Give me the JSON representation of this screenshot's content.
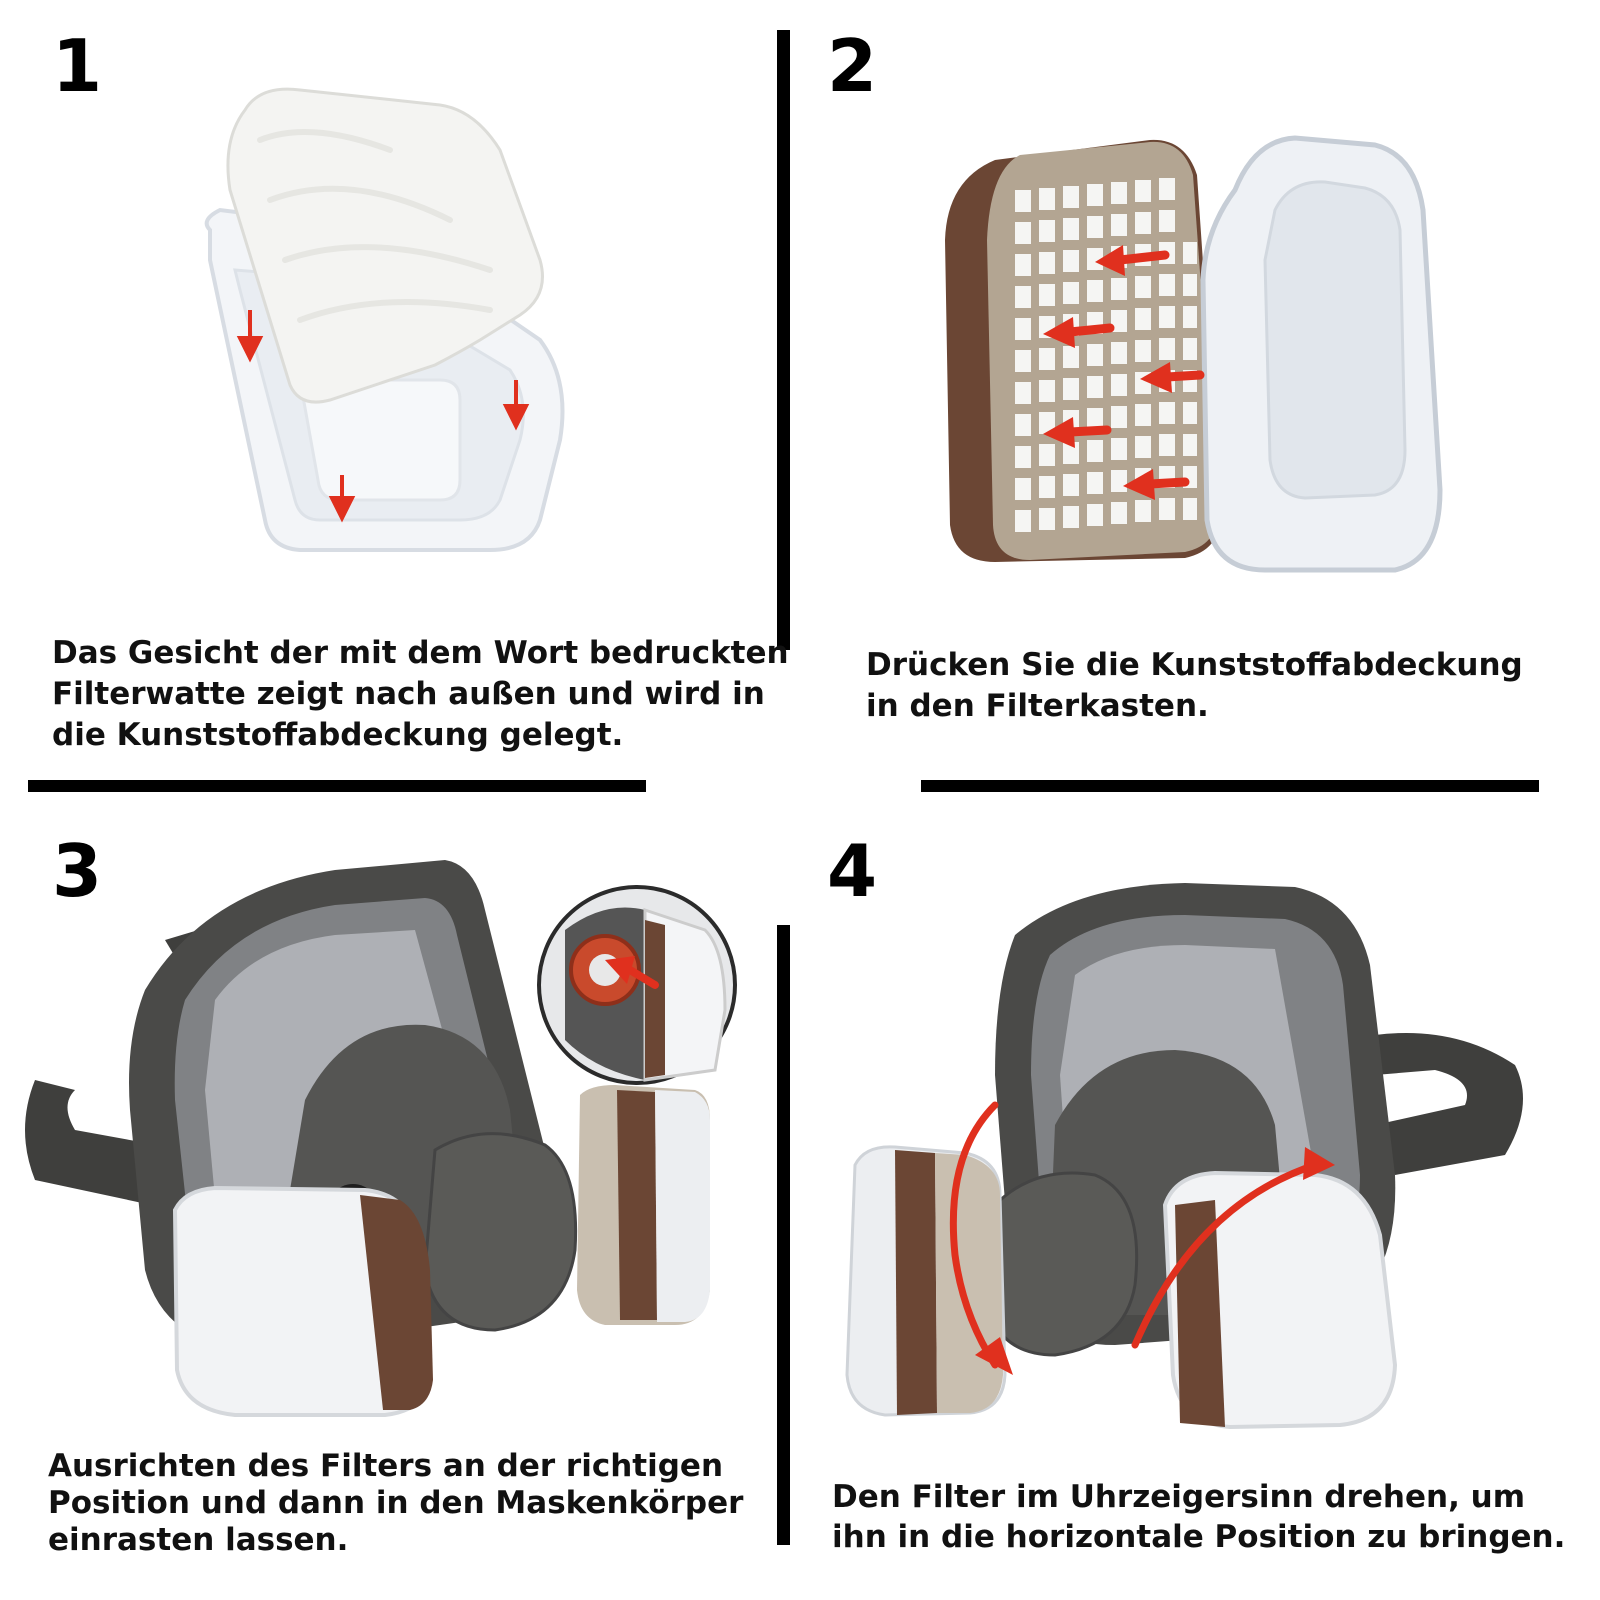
{
  "steps": [
    {
      "number": "1",
      "caption_lines": [
        "Das Gesicht der mit dem Wort bedruckten",
        "Filterwatte zeigt nach außen und wird in",
        "die Kunststoffabdeckung gelegt."
      ]
    },
    {
      "number": "2",
      "caption_lines": [
        "Drücken Sie die Kunststoffabdeckung",
        "in den Filterkasten."
      ]
    },
    {
      "number": "3",
      "caption_lines": [
        "Ausrichten des Filters an der richtigen",
        "Position und dann in den Maskenkörper",
        "einrasten lassen."
      ]
    },
    {
      "number": "4",
      "caption_lines": [
        "Den Filter im Uhrzeigersinn drehen, um",
        "ihn in die horizontale Position zu bringen."
      ]
    }
  ],
  "colors": {
    "arrow": "#e0301e",
    "mask": "#4a4a48",
    "cartridge_brown": "#6b4634",
    "cartridge_tan": "#b3a592",
    "plastic": "#eef1f5"
  }
}
